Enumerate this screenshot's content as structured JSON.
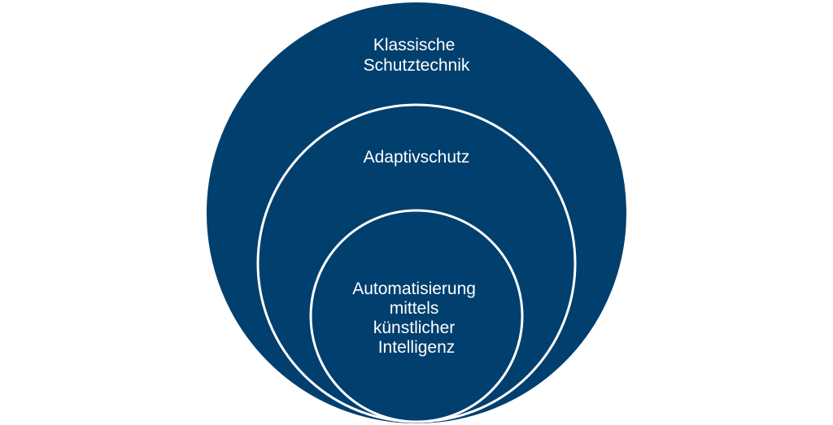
{
  "diagram": {
    "type": "nested-circles",
    "fill_color": "#003f6e",
    "stroke_color": "#ffffff",
    "background": "#ffffff",
    "circles": [
      {
        "id": "outer",
        "lines": [
          "Klassische",
          "Schutztechnik"
        ]
      },
      {
        "id": "middle",
        "lines": [
          "Adaptivschutz"
        ]
      },
      {
        "id": "inner",
        "lines": [
          "Automatisierung",
          "mittels",
          "künstlicher",
          "Intelligenz"
        ]
      }
    ]
  }
}
